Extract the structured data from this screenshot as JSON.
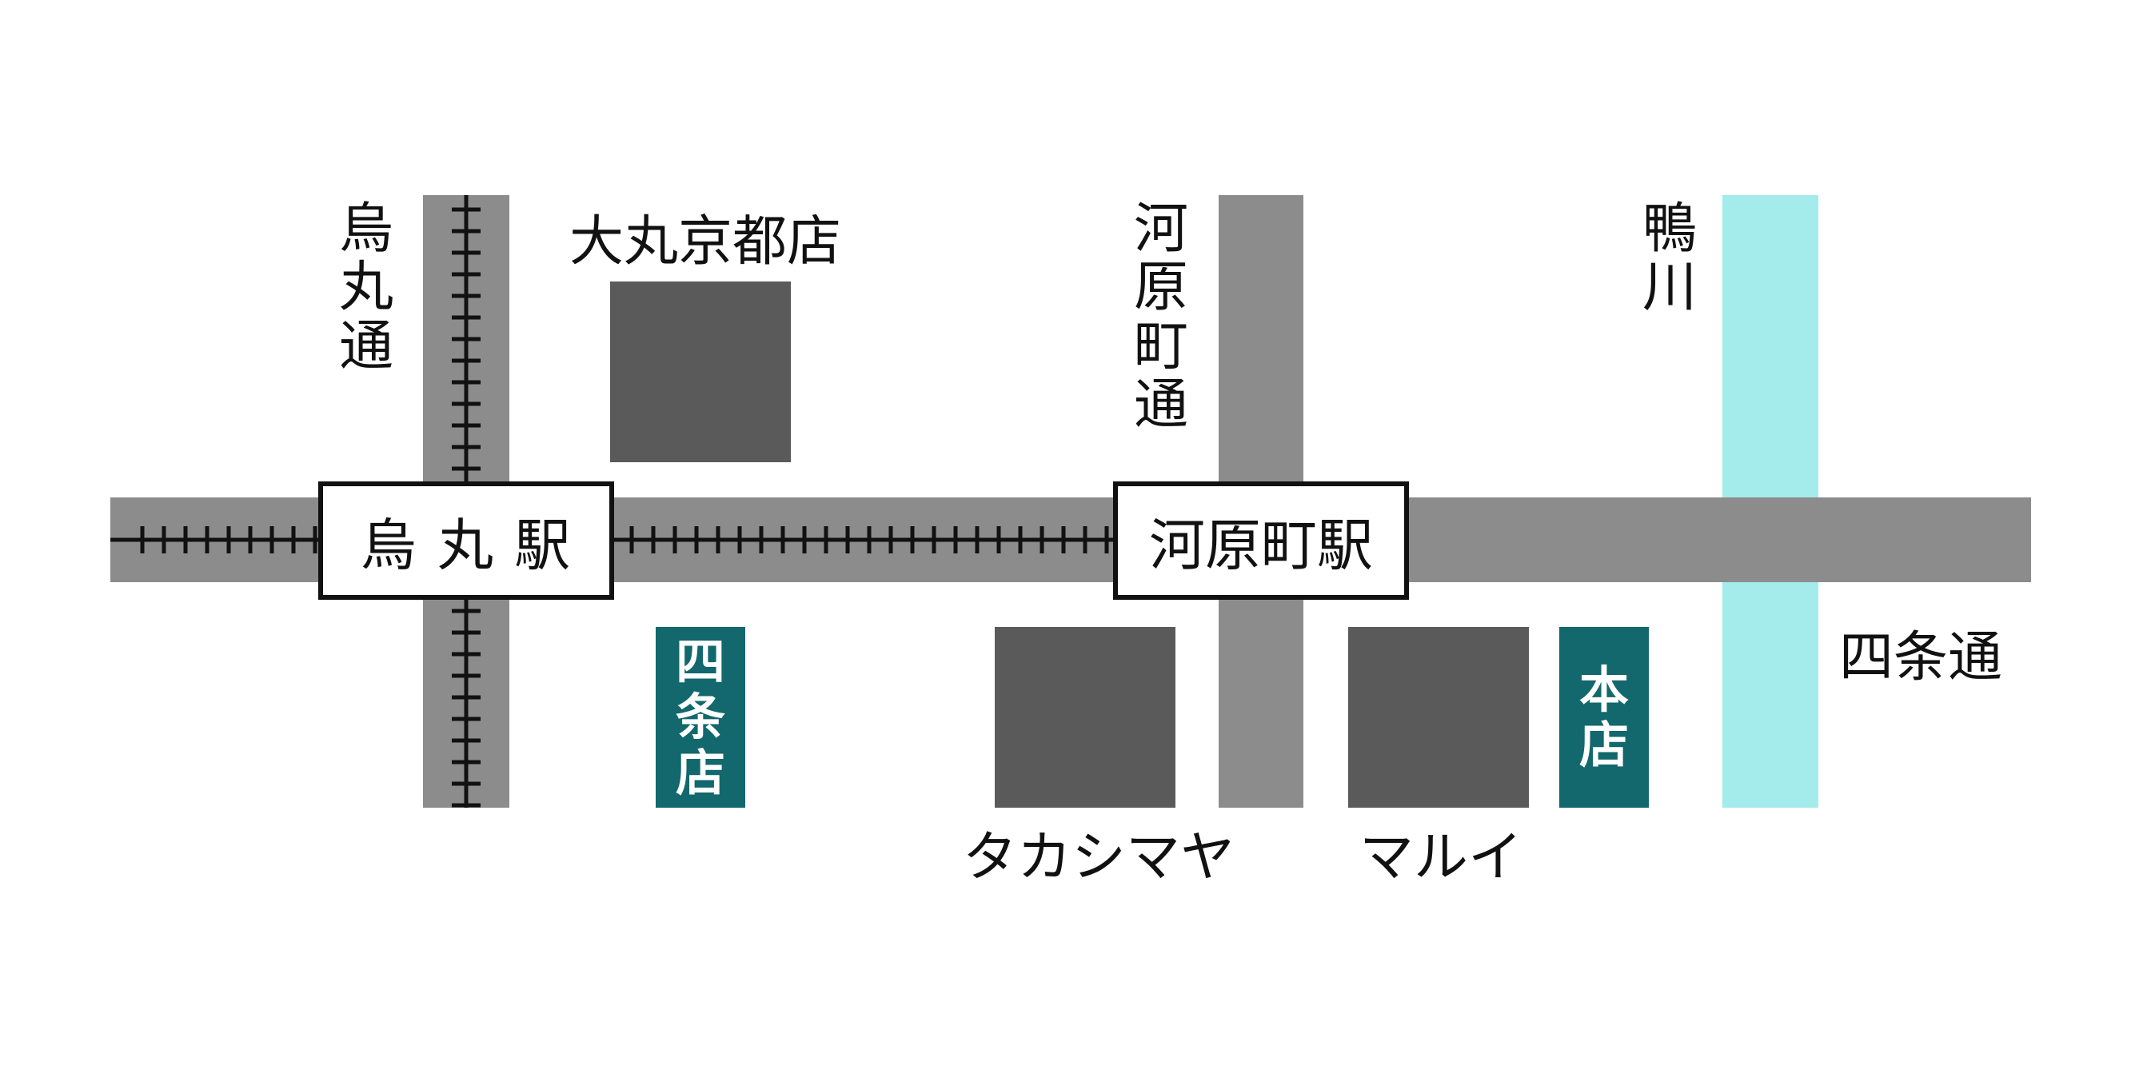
{
  "colors": {
    "road": "#8c8c8c",
    "river": "#a4ebeb",
    "building": "#5a5a5a",
    "store": "#12686c",
    "rail": "#111111"
  },
  "streets": {
    "karasuma": "烏丸通",
    "kawaramachi": "河原町通",
    "shijo": "四条通"
  },
  "river_label": "鴨川",
  "stations": {
    "karasuma": "烏 丸 駅",
    "kawaramachi": "河原町駅"
  },
  "landmarks": {
    "daimaru": "大丸京都店",
    "takashimaya": "タカシマヤ",
    "marui": "マルイ"
  },
  "stores": {
    "shijo": "四条店",
    "honten": "本店"
  }
}
